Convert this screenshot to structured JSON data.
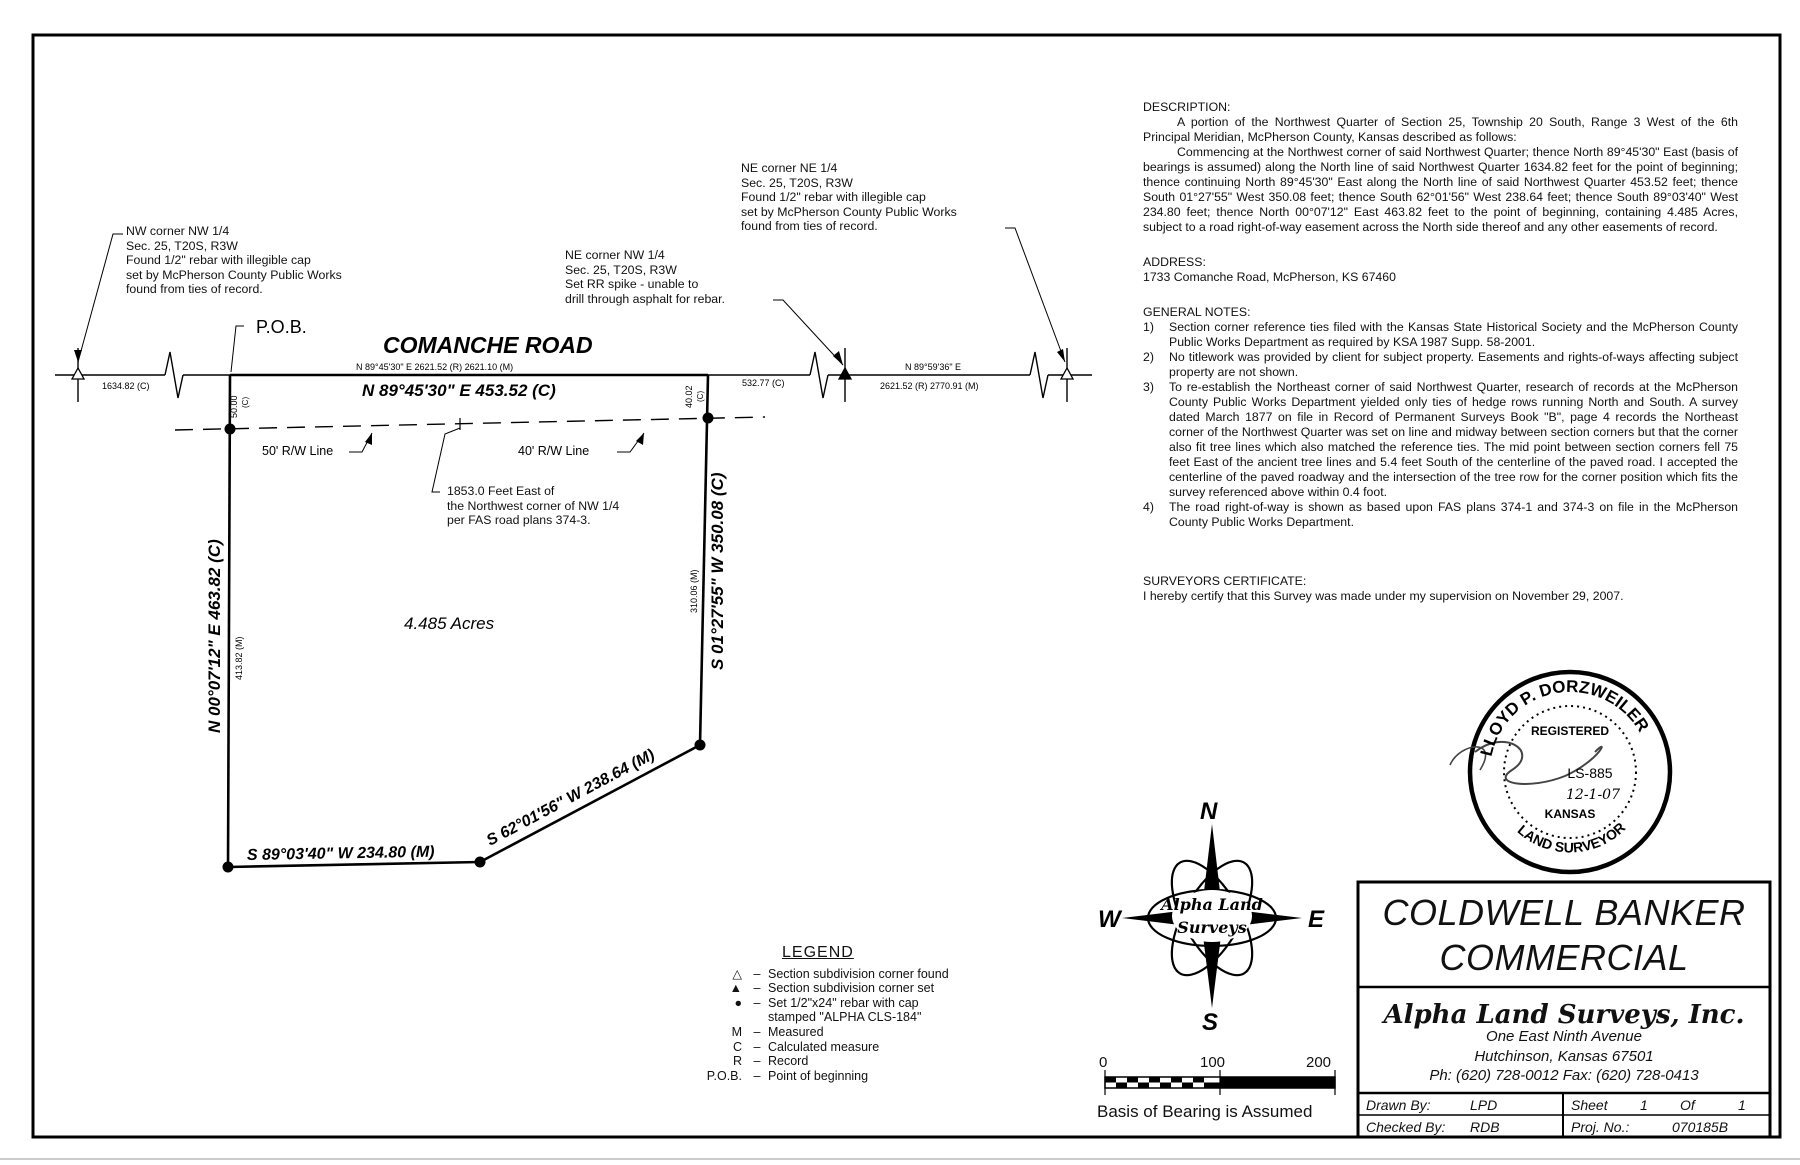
{
  "plat": {
    "road_name": "COMANCHE ROAD",
    "pob_label": "P.O.B.",
    "acres_label": "4.485 Acres",
    "north_bearing_main": "N 89°45'30\" E 453.52 (C)",
    "north_bearing_small": "N 89°45'30\" E 2621.52 (R) 2621.10 (M)",
    "east_of_ne_small": "N 89°59'36\" E",
    "west_dist": "1634.82 (C)",
    "mid_dist": "532.77 (C)",
    "east_dist": "2621.52 (R) 2770.91 (M)",
    "west_side": "N 00°07'12\" E 463.82 (C)",
    "west_side_m": "413.82 (M)",
    "east_side": "S 01°27'55\" W 350.08 (C)",
    "east_side_m": "310.06 (M)",
    "south_side": "S 89°03'40\" W 234.80 (M)",
    "sw_side": "S 62°01'56\" W 238.64 (M)",
    "west_offset": "50.00",
    "west_offset_unit": "(C)",
    "east_offset": "40.02",
    "east_offset_unit": "(C)",
    "rw50": "50' R/W Line",
    "rw40": "40' R/W Line",
    "fas_note": [
      "1853.0 Feet East of",
      "the Northwest corner of NW 1/4",
      "per FAS road plans 374-3."
    ],
    "nw_note": [
      "NW corner NW 1/4",
      "Sec. 25, T20S, R3W",
      "Found 1/2\" rebar with illegible cap",
      "set by McPherson County Public Works",
      "found from ties of record."
    ],
    "nenw_note": [
      "NE corner NW 1/4",
      "Sec. 25, T20S, R3W",
      "Set RR spike - unable to",
      "drill through asphalt for rebar."
    ],
    "nene_note": [
      "NE corner NE 1/4",
      "Sec. 25, T20S, R3W",
      "Found 1/2\" rebar with illegible cap",
      "set by McPherson County Public Works",
      "found from ties of record."
    ]
  },
  "description": {
    "heading": "DESCRIPTION:",
    "para1": "A portion of the Northwest Quarter of Section 25, Township 20 South, Range 3 West of the 6th Principal Meridian, McPherson County, Kansas described as follows:",
    "para2": "Commencing at the Northwest corner of said Northwest Quarter; thence North 89°45'30\" East (basis of bearings is assumed) along the North line of said Northwest Quarter 1634.82 feet for the point of beginning; thence continuing North 89°45'30\" East along the North line of said Northwest Quarter 453.52 feet; thence South 01°27'55\" West 350.08 feet; thence South 62°01'56\" West 238.64 feet; thence South 89°03'40\" West 234.80 feet; thence North 00°07'12\" East 463.82 feet to the point of beginning, containing 4.485 Acres, subject to a road right-of-way easement across the North side thereof and any other easements of record."
  },
  "address": {
    "heading": "ADDRESS:",
    "value": "1733 Comanche Road, McPherson, KS  67460"
  },
  "general_notes": {
    "heading": "GENERAL NOTES:",
    "items": [
      {
        "num": "1)",
        "text": "Section corner reference ties filed with the Kansas State Historical Society and the McPherson County Public Works Department as required by KSA 1987 Supp. 58-2001."
      },
      {
        "num": "2)",
        "text": "No titlework was provided by client for subject property.  Easements and rights-of-ways affecting subject property are not shown."
      },
      {
        "num": "3)",
        "text": "To re-establish the Northeast corner of said Northwest Quarter, research of records at the McPherson County Public Works Department yielded only ties of hedge rows running North and South.  A survey dated March 1877 on file in Record of Permanent Surveys Book \"B\", page 4 records the Northeast corner of the Northwest Quarter was set on line and midway between section corners but that the corner also fit tree lines which also matched the reference ties.  The mid point between section corners fell 75 feet East of the ancient tree lines and 5.4 feet South of the centerline of the paved road.  I accepted the centerline of the paved roadway and the intersection of the tree row for the corner position which fits the survey referenced above within 0.4 foot."
      },
      {
        "num": "4)",
        "text": "The road right-of-way is shown as based upon FAS plans 374-1 and 374-3 on file in the McPherson County Public Works Department."
      }
    ]
  },
  "certificate": {
    "heading": "SURVEYORS CERTIFICATE:",
    "text": "I hereby certify that this Survey was made under my supervision on November 29, 2007."
  },
  "seal": {
    "top_text": "LLOYD P. DORZWEILER",
    "registered": "REGISTERED",
    "number": "LS-885",
    "date": "12-1-07",
    "state": "KANSAS",
    "bottom_text": "LAND SURVEYOR"
  },
  "compass": {
    "n": "N",
    "s": "S",
    "e": "E",
    "w": "W",
    "logo_line1": "Alpha Land",
    "logo_line2": "Surveys"
  },
  "legend": {
    "title": "LEGEND",
    "items": [
      {
        "sym": "△",
        "text": "Section subdivision corner found"
      },
      {
        "sym": "▲",
        "text": "Section subdivision corner set"
      },
      {
        "sym": "●",
        "text": "Set 1/2\"x24\" rebar with cap"
      },
      {
        "sym": "",
        "text": "stamped \"ALPHA CLS-184\""
      },
      {
        "sym": "M",
        "text": "Measured"
      },
      {
        "sym": "C",
        "text": "Calculated measure"
      },
      {
        "sym": "R",
        "text": "Record"
      },
      {
        "sym": "P.O.B.",
        "text": "Point of beginning"
      }
    ]
  },
  "scale": {
    "zero": "0",
    "hundred": "100",
    "two_hundred": "200",
    "basis": "Basis of Bearing is Assumed"
  },
  "title_block": {
    "client_line1": "COLDWELL BANKER",
    "client_line2": "COMMERCIAL",
    "company": "Alpha Land Surveys, Inc.",
    "address1": "One East Ninth Avenue",
    "address2": "Hutchinson, Kansas 67501",
    "phone": "Ph: (620) 728-0012  Fax: (620) 728-0413",
    "drawn_by_label": "Drawn By:",
    "drawn_by": "LPD",
    "checked_by_label": "Checked By:",
    "checked_by": "RDB",
    "sheet_label": "Sheet",
    "sheet_num": "1",
    "of_label": "Of",
    "sheet_total": "1",
    "proj_label": "Proj. No.:",
    "proj_no": "070185B"
  }
}
